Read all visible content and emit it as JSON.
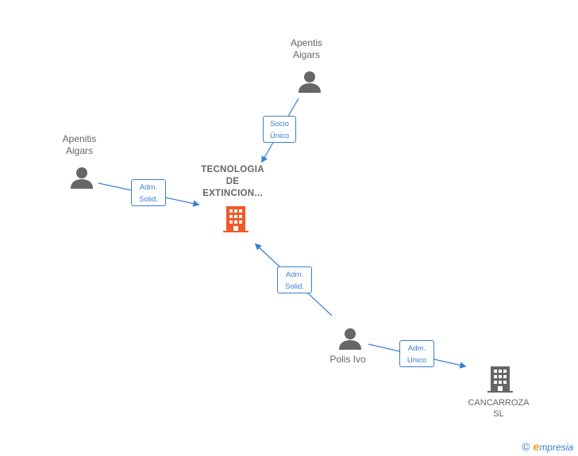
{
  "nodes": {
    "apentis_top": {
      "label": "Apentis\nAigars"
    },
    "apenitis_left": {
      "label": "Apenitis\nAigars"
    },
    "center_company": {
      "label": "TECNOLOGIA\nDE\nEXTINCION..."
    },
    "polis_ivo": {
      "label": "Polis Ivo"
    },
    "cancarroza": {
      "label": "CANCARROZA\nSL"
    }
  },
  "edges": {
    "socio_unico": {
      "label": "Socio\nÚnico"
    },
    "adm_solid_left": {
      "label": "Adm.\nSolid."
    },
    "adm_solid_bottom": {
      "label": "Adm.\nSolid."
    },
    "adm_unico": {
      "label": "Adm.\nUnico"
    }
  },
  "footer": {
    "copyright": "©",
    "brand_initial": "e",
    "brand_rest": "mpresia"
  },
  "colors": {
    "edge": "#3b7fd1",
    "person_icon": "#666666",
    "company_highlight": "#f05a28",
    "company_gray": "#666666"
  }
}
